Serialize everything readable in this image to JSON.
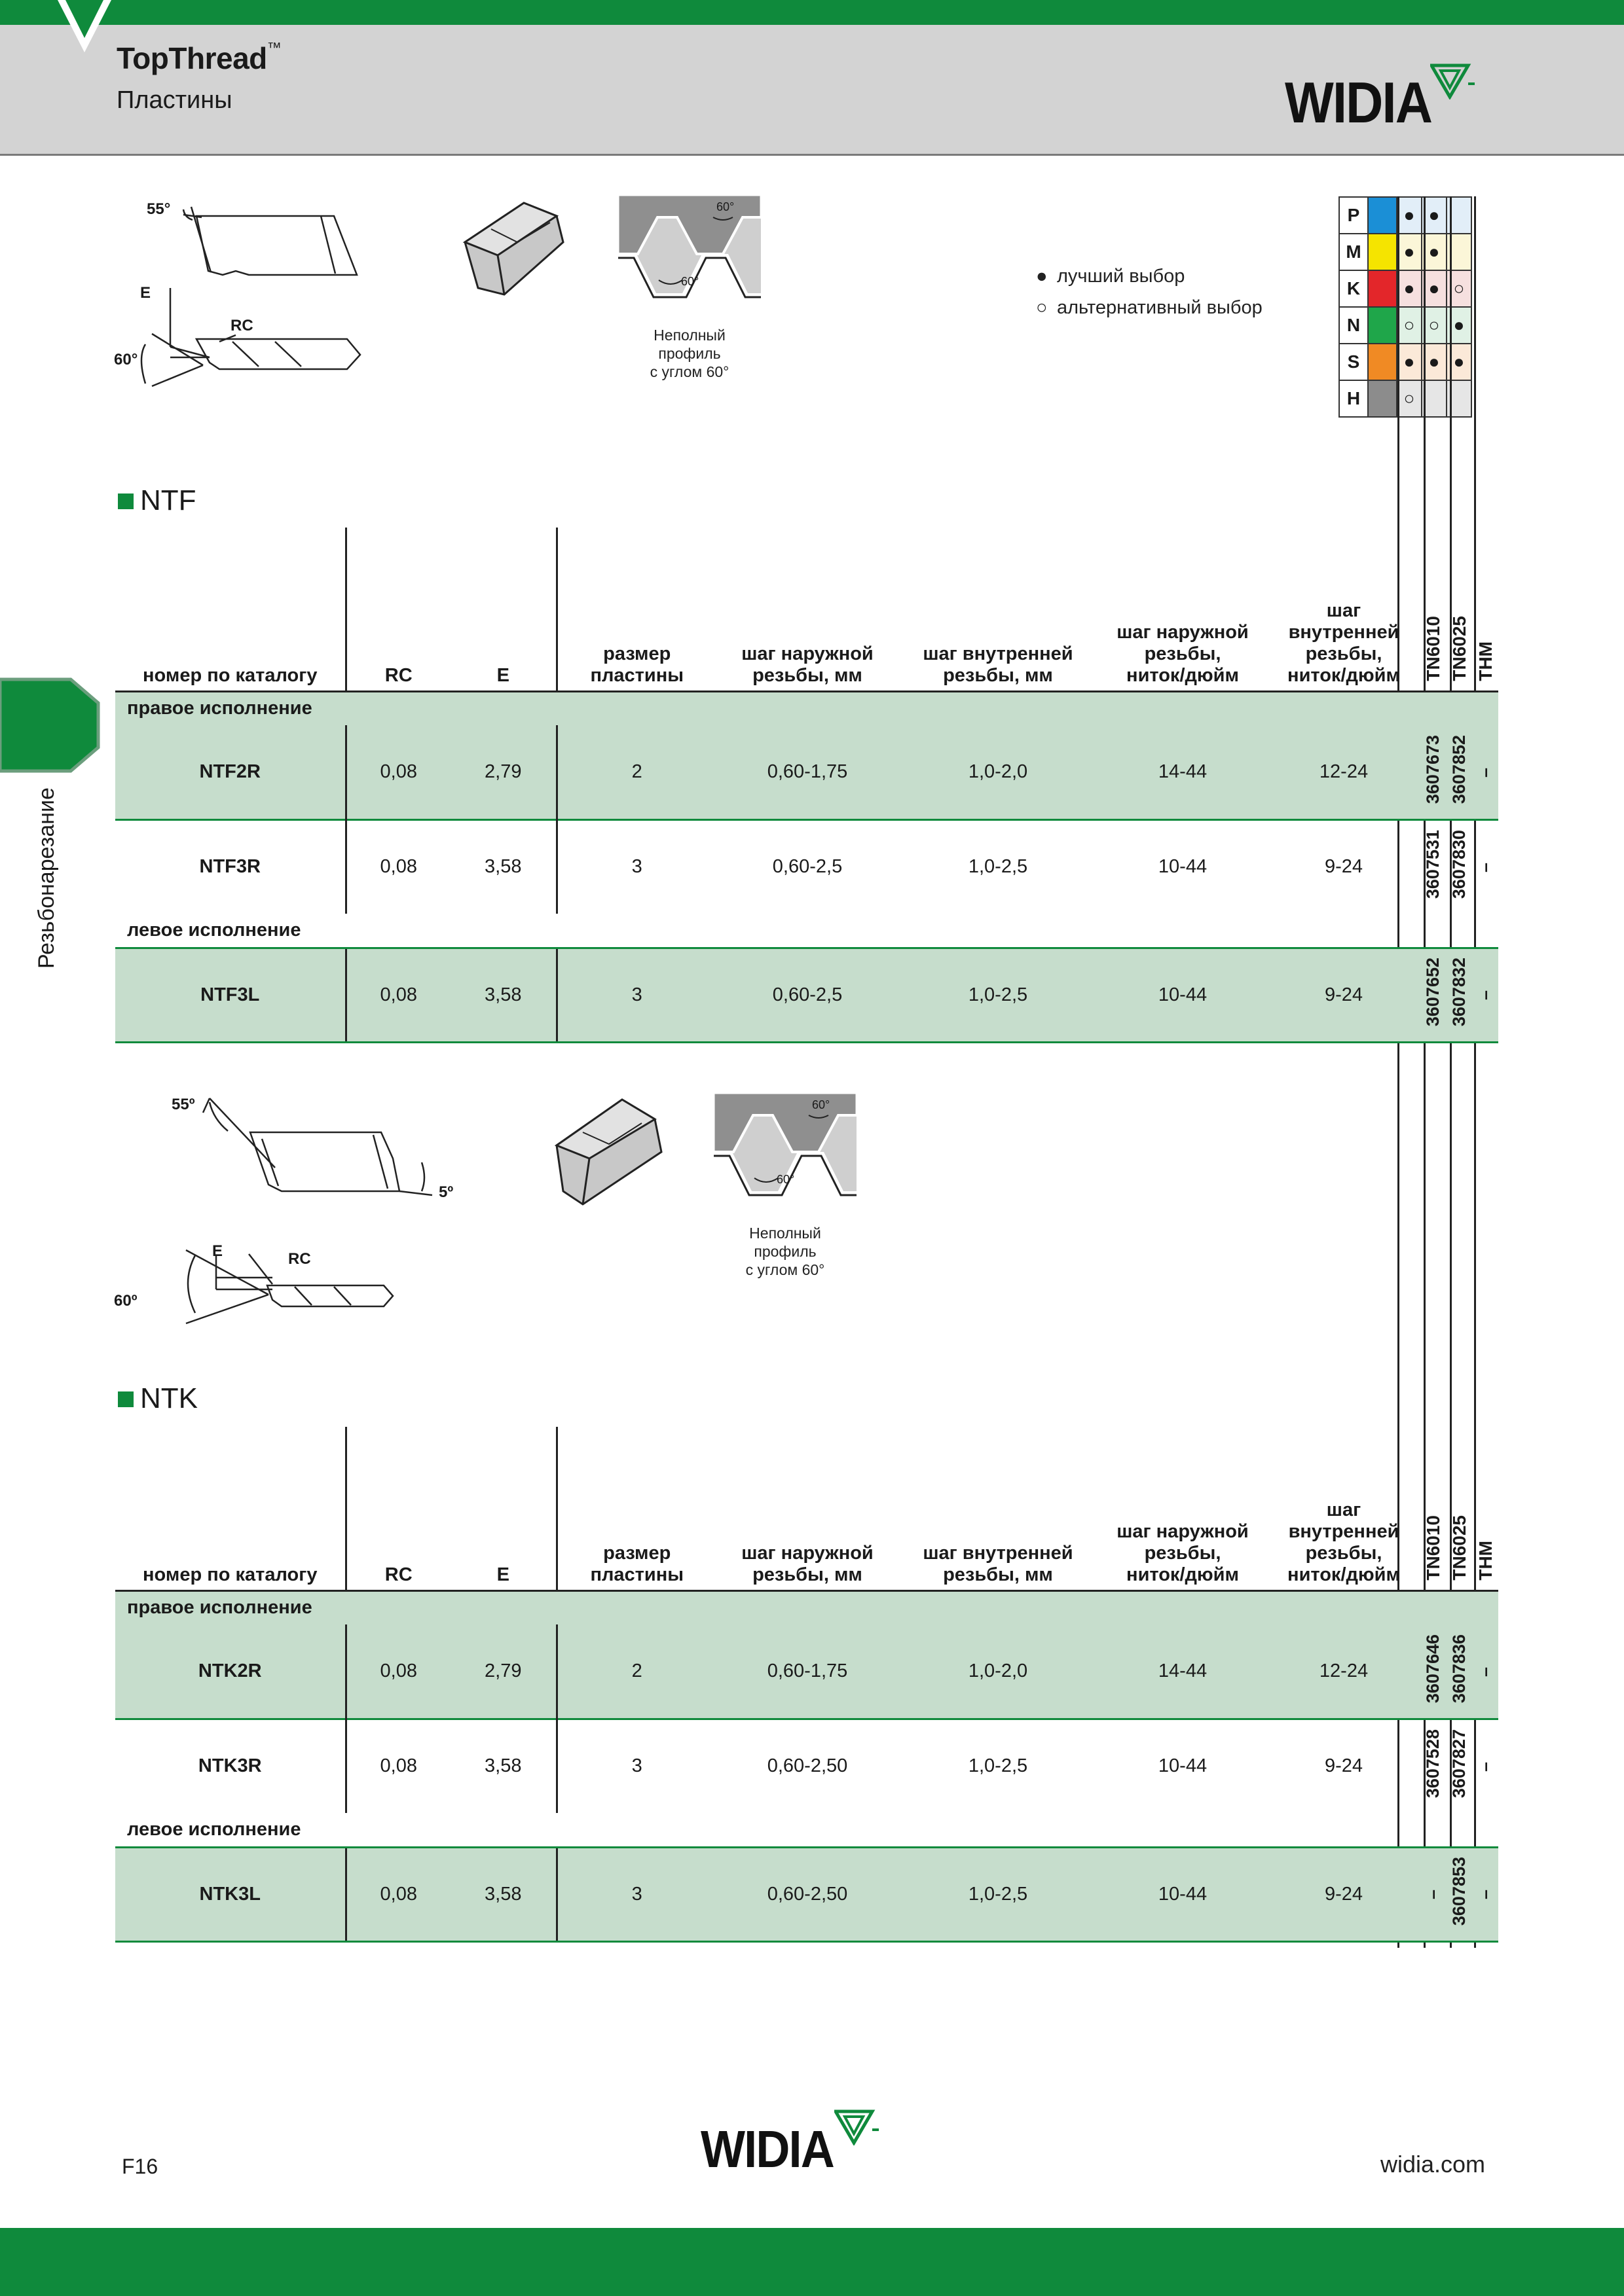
{
  "header": {
    "title": "TopThread",
    "trademark": "™",
    "subtitle": "Пластины"
  },
  "brand": {
    "name": "WIDIA",
    "color": "#0f8a3c"
  },
  "side_tab": {
    "label": "Резьбонарезание"
  },
  "legend": {
    "best": {
      "symbol": "●",
      "label": "лучший выбор"
    },
    "alternative": {
      "symbol": "○",
      "label": "альтернативный выбор"
    }
  },
  "material_grid": {
    "rows": [
      {
        "letter": "P",
        "color": "#1b8fd6",
        "cells": [
          "●",
          "●",
          ""
        ]
      },
      {
        "letter": "M",
        "color": "#f5e400",
        "cells": [
          "●",
          "●",
          ""
        ]
      },
      {
        "letter": "K",
        "color": "#e3262a",
        "cells": [
          "●",
          "●",
          "○"
        ]
      },
      {
        "letter": "N",
        "color": "#1fa64a",
        "cells": [
          "○",
          "○",
          "●"
        ]
      },
      {
        "letter": "S",
        "color": "#f08a24",
        "cells": [
          "●",
          "●",
          "●"
        ]
      },
      {
        "letter": "H",
        "color": "#8c8c8c",
        "cells": [
          "○",
          "",
          ""
        ]
      }
    ]
  },
  "drawings": {
    "ntf": {
      "angle1": "55°",
      "label_e": "E",
      "label_rc": "RC",
      "angle2": "60°",
      "profile_top": "60°",
      "profile_bottom": "60°",
      "caption1": "Неполный",
      "caption2": "профиль",
      "caption3": "с углом 60°"
    },
    "ntk": {
      "angle1": "55º",
      "angle3": "5º",
      "label_e": "E",
      "label_rc": "RC",
      "angle2": "60º",
      "profile_top": "60°",
      "profile_bottom": "60°",
      "caption1": "Неполный",
      "caption2": "профиль",
      "caption3": "с углом 60°"
    }
  },
  "columns": {
    "catalog": "номер по каталогу",
    "rc": "RC",
    "e": "E",
    "size": [
      "размер",
      "пластины"
    ],
    "ext_mm": [
      "шаг наружной",
      "резьбы, мм"
    ],
    "int_mm": [
      "шаг внутренней",
      "резьбы, мм"
    ],
    "ext_tpi": [
      "шаг наружной",
      "резьбы,",
      "ниток/дюйм"
    ],
    "int_tpi": [
      "шаг",
      "внутренней",
      "резьбы,",
      "ниток/дюйм"
    ],
    "grades": [
      "TN6010",
      "TN6025",
      "THM"
    ]
  },
  "sections": [
    {
      "title": "NTF",
      "groups": [
        {
          "label": "правое исполнение",
          "rows": [
            {
              "name": "NTF2R",
              "rc": "0,08",
              "e": "2,79",
              "size": "2",
              "ext_mm": "0,60-1,75",
              "int_mm": "1,0-2,0",
              "ext_tpi": "14-44",
              "int_tpi": "12-24",
              "g1": "3607673",
              "g2": "3607852",
              "g3": "–"
            },
            {
              "name": "NTF3R",
              "rc": "0,08",
              "e": "3,58",
              "size": "3",
              "ext_mm": "0,60-2,5",
              "int_mm": "1,0-2,5",
              "ext_tpi": "10-44",
              "int_tpi": "9-24",
              "g1": "3607531",
              "g2": "3607830",
              "g3": "–"
            }
          ]
        },
        {
          "label": "левое исполнение",
          "rows": [
            {
              "name": "NTF3L",
              "rc": "0,08",
              "e": "3,58",
              "size": "3",
              "ext_mm": "0,60-2,5",
              "int_mm": "1,0-2,5",
              "ext_tpi": "10-44",
              "int_tpi": "9-24",
              "g1": "3607652",
              "g2": "3607832",
              "g3": "–"
            }
          ]
        }
      ]
    },
    {
      "title": "NTK",
      "groups": [
        {
          "label": "правое исполнение",
          "rows": [
            {
              "name": "NTK2R",
              "rc": "0,08",
              "e": "2,79",
              "size": "2",
              "ext_mm": "0,60-1,75",
              "int_mm": "1,0-2,0",
              "ext_tpi": "14-44",
              "int_tpi": "12-24",
              "g1": "3607646",
              "g2": "3607836",
              "g3": "–"
            },
            {
              "name": "NTK3R",
              "rc": "0,08",
              "e": "3,58",
              "size": "3",
              "ext_mm": "0,60-2,50",
              "int_mm": "1,0-2,5",
              "ext_tpi": "10-44",
              "int_tpi": "9-24",
              "g1": "3607528",
              "g2": "3607827",
              "g3": "–"
            }
          ]
        },
        {
          "label": "левое исполнение",
          "rows": [
            {
              "name": "NTK3L",
              "rc": "0,08",
              "e": "3,58",
              "size": "3",
              "ext_mm": "0,60-2,50",
              "int_mm": "1,0-2,5",
              "ext_tpi": "10-44",
              "int_tpi": "9-24",
              "g1": "–",
              "g2": "3607853",
              "g3": "–"
            }
          ]
        }
      ]
    }
  ],
  "footer": {
    "page": "F16",
    "url": "widia.com"
  }
}
